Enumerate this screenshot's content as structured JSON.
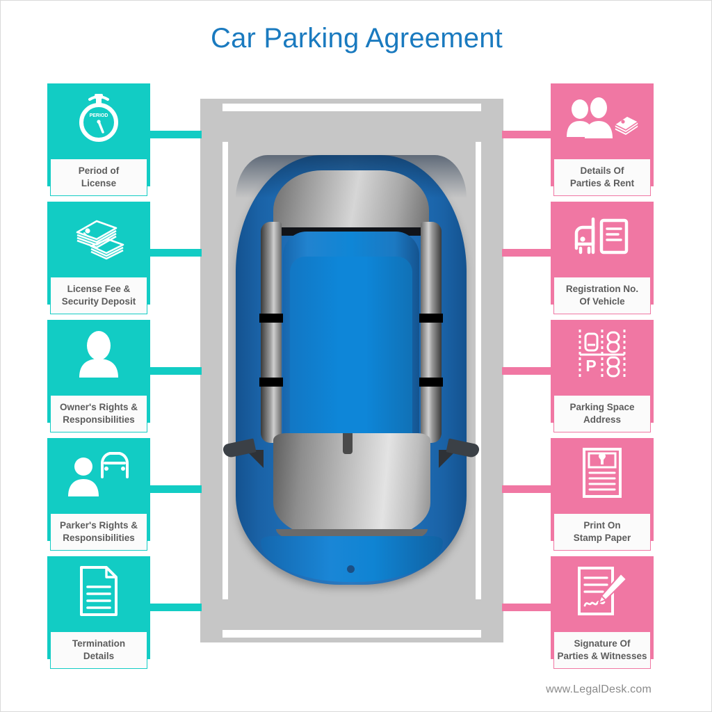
{
  "page": {
    "title": "Car Parking Agreement",
    "footer_url": "www.LegalDesk.com",
    "title_color": "#1a7abf",
    "left_accent_color": "#12ccc4",
    "right_accent_color": "#f077a3",
    "bay_color": "#c6c6c6",
    "car_color": "#1f6fb8"
  },
  "left_column": {
    "items": [
      {
        "label": "Period of\nLicense",
        "icon": "stopwatch-icon",
        "icon_text": "PERIOD"
      },
      {
        "label": "License Fee &\nSecurity Deposit",
        "icon": "money-stack-icon"
      },
      {
        "label": "Owner's Rights &\nResponsibilities",
        "icon": "person-icon"
      },
      {
        "label": "Parker's Rights &\nResponsibilities",
        "icon": "person-with-car-icon"
      },
      {
        "label": "Termination\nDetails",
        "icon": "document-icon"
      }
    ]
  },
  "right_column": {
    "items": [
      {
        "label": "Details Of\nParties & Rent",
        "icon": "two-people-money-icon"
      },
      {
        "label": "Registration No.\nOf Vehicle",
        "icon": "vehicle-document-icon"
      },
      {
        "label": "Parking Space\nAddress",
        "icon": "parking-lot-map-icon",
        "icon_text": "P"
      },
      {
        "label": "Print On\nStamp Paper",
        "icon": "stamp-paper-icon"
      },
      {
        "label": "Signature Of\nParties & Witnesses",
        "icon": "signed-document-pen-icon"
      }
    ]
  },
  "center": {
    "illustration": "car-in-parking-bay-top-view"
  }
}
